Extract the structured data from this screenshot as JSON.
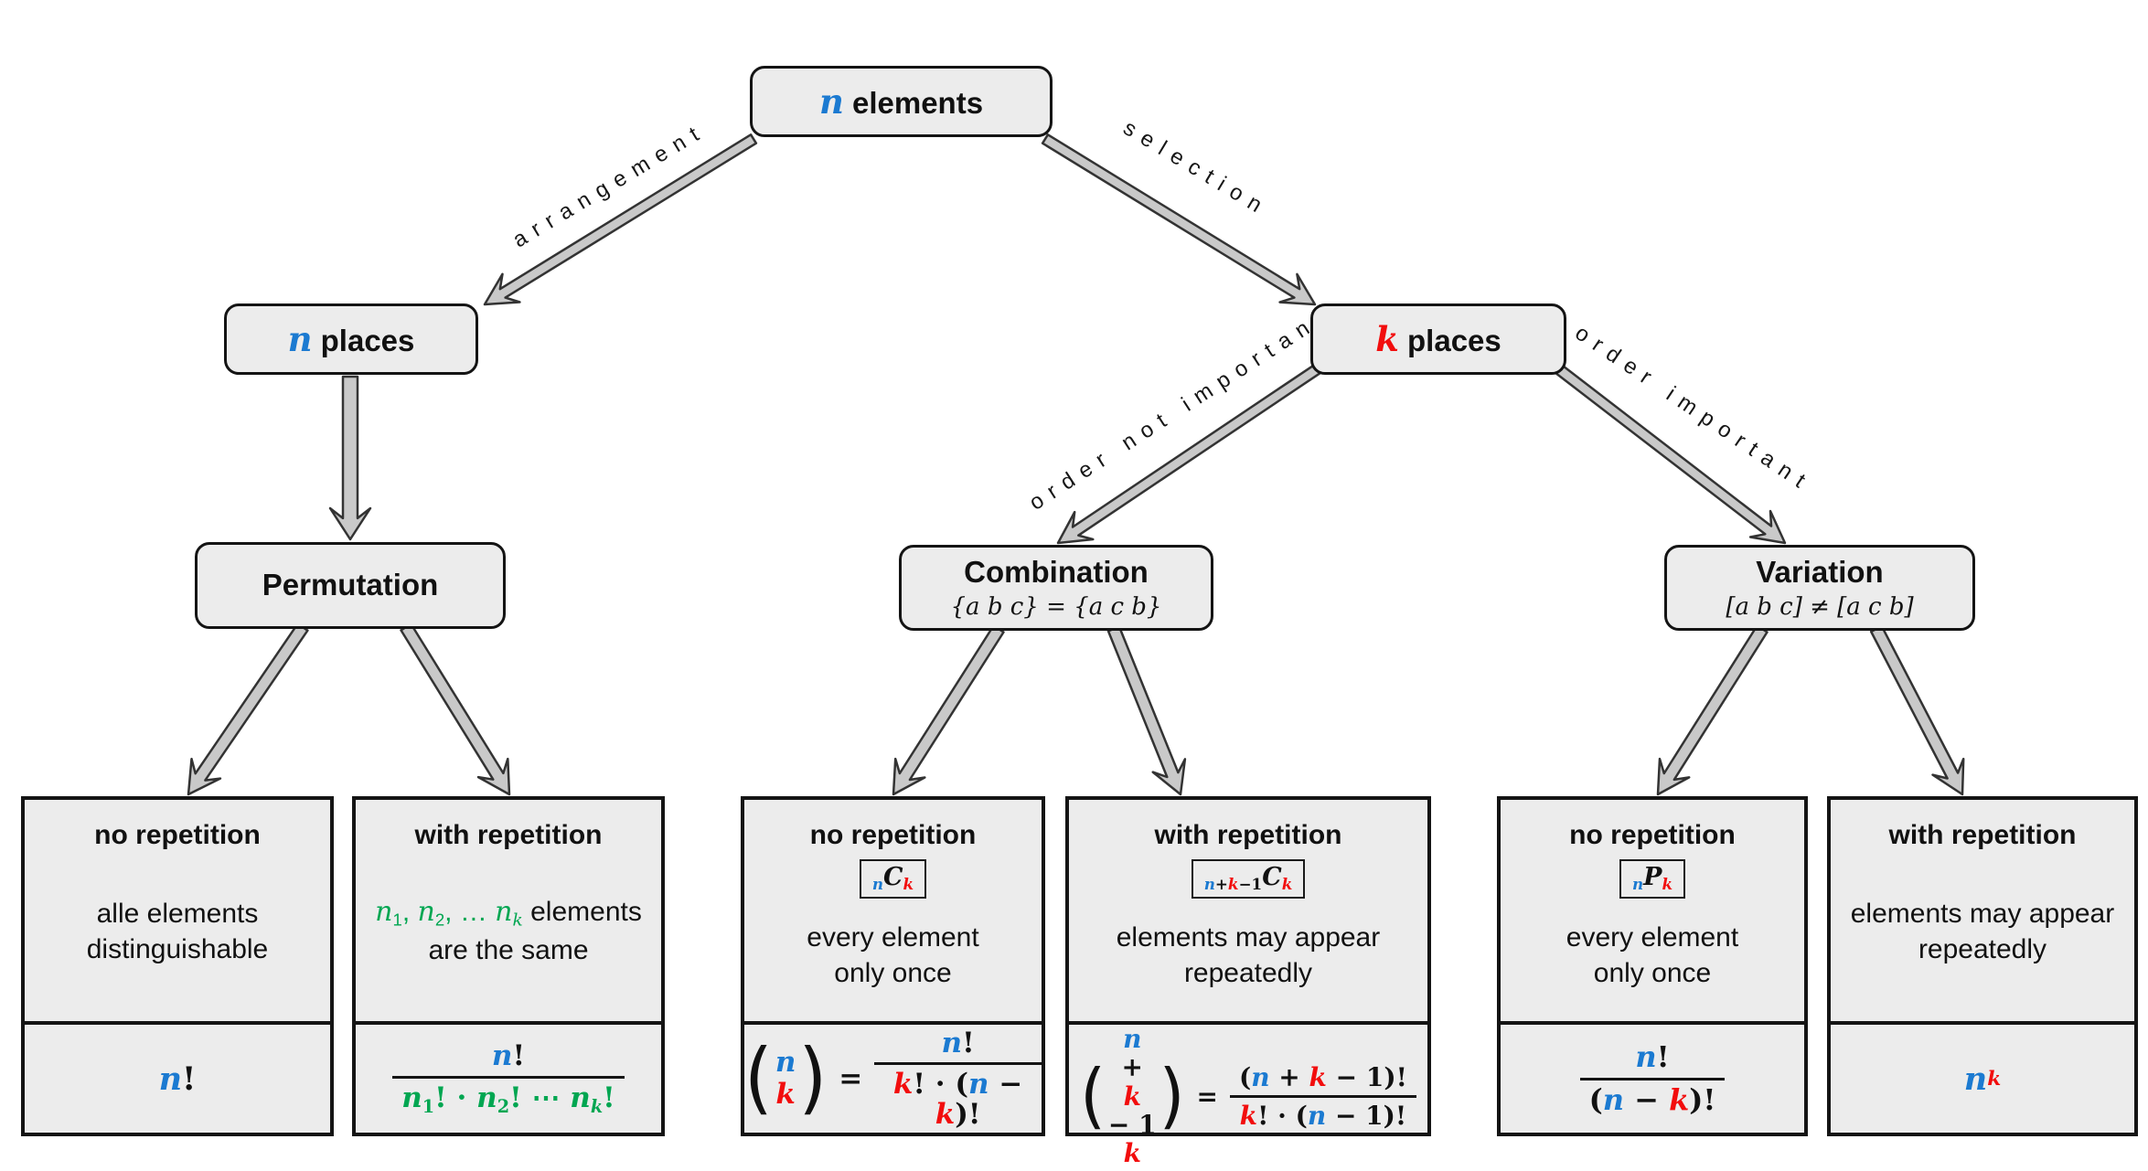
{
  "palette": {
    "blue": "#1b7ad1",
    "red": "#f20d0d",
    "green": "#00a651",
    "box_fill": "#ececec",
    "border": "#141414",
    "arrow_fill": "#c9c9c9",
    "arrow_outline": "#333333",
    "text": "#111111",
    "background": "#ffffff"
  },
  "nodes": {
    "root": {
      "title": [
        {
          "t": "n",
          "c": "blue",
          "v": true
        },
        {
          "t": " elements"
        }
      ]
    },
    "n_places": {
      "title": [
        {
          "t": "n",
          "c": "blue",
          "v": true
        },
        {
          "t": " places"
        }
      ]
    },
    "k_places": {
      "title": [
        {
          "t": "k",
          "c": "red",
          "v": true
        },
        {
          "t": " places"
        }
      ]
    },
    "permutation": {
      "title": "Permutation"
    },
    "combination": {
      "title": "Combination",
      "subtitle": "{a b c} = {a c b}"
    },
    "variation": {
      "title": "Variation",
      "subtitle": "[a b c] ≠ [a c b]"
    }
  },
  "edges": {
    "arrangement": "arrangement",
    "selection": "selection",
    "order_not_important": "order not important",
    "order_important": "order important"
  },
  "cards": [
    {
      "name": "permutation-no-repetition",
      "title": "no repetition",
      "badge": null,
      "desc": [
        [
          {
            "t": "alle elements"
          }
        ],
        [
          {
            "t": "distinguishable"
          }
        ]
      ],
      "formula": {
        "type": "plain",
        "size": 35,
        "segments": [
          {
            "t": "n",
            "c": "blue",
            "v": true
          },
          {
            "t": "!"
          }
        ]
      }
    },
    {
      "name": "permutation-with-repetition",
      "title": "with repetition",
      "badge": null,
      "desc": [
        [
          {
            "t": "n",
            "c": "green",
            "v": true
          },
          {
            "t": "1",
            "c": "green",
            "sub": true
          },
          {
            "t": ", ",
            "c": "green"
          },
          {
            "t": "n",
            "c": "green",
            "v": true
          },
          {
            "t": "2",
            "c": "green",
            "sub": true
          },
          {
            "t": ", … ",
            "c": "green"
          },
          {
            "t": "n",
            "c": "green",
            "v": true
          },
          {
            "t": "k",
            "c": "green",
            "v": true,
            "sub": true
          },
          {
            "t": " elements"
          }
        ],
        [
          {
            "t": "are the same"
          }
        ]
      ],
      "formula": {
        "type": "fraction",
        "size": 31,
        "num": [
          {
            "t": "n",
            "c": "blue",
            "v": true
          },
          {
            "t": "!"
          }
        ],
        "den": [
          {
            "t": "n",
            "c": "green",
            "v": true
          },
          {
            "t": "1",
            "c": "green",
            "sub": true
          },
          {
            "t": "! · ",
            "c": "green"
          },
          {
            "t": "n",
            "c": "green",
            "v": true
          },
          {
            "t": "2",
            "c": "green",
            "sub": true
          },
          {
            "t": "! ⋯ ",
            "c": "green"
          },
          {
            "t": "n",
            "c": "green",
            "v": true
          },
          {
            "t": "k",
            "c": "green",
            "v": true,
            "sub": true
          },
          {
            "t": "!",
            "c": "green"
          }
        ]
      }
    },
    {
      "name": "combination-no-repetition",
      "title": "no repetition",
      "badge": [
        {
          "t": "n",
          "c": "blue",
          "v": true,
          "sub": true
        },
        {
          "t": "C",
          "v": true
        },
        {
          "t": "k",
          "c": "red",
          "v": true,
          "sub": true
        }
      ],
      "desc": [
        [
          {
            "t": "every element"
          }
        ],
        [
          {
            "t": "only once"
          }
        ]
      ],
      "formula": {
        "type": "binom",
        "size": 31,
        "top": [
          {
            "t": "n",
            "c": "blue",
            "v": true
          }
        ],
        "bottom": [
          {
            "t": "k",
            "c": "red",
            "v": true
          }
        ],
        "num": [
          {
            "t": "n",
            "c": "blue",
            "v": true
          },
          {
            "t": "!"
          }
        ],
        "den": [
          {
            "t": "k",
            "c": "red",
            "v": true
          },
          {
            "t": "! · ("
          },
          {
            "t": "n",
            "c": "blue",
            "v": true
          },
          {
            "t": " − "
          },
          {
            "t": "k",
            "c": "red",
            "v": true
          },
          {
            "t": ")!"
          }
        ]
      }
    },
    {
      "name": "combination-with-repetition",
      "title": "with repetition",
      "badge": [
        {
          "t": "n",
          "c": "blue",
          "v": true,
          "sub": true
        },
        {
          "t": "+",
          "sub": true
        },
        {
          "t": "k",
          "c": "red",
          "v": true,
          "sub": true
        },
        {
          "t": "−1",
          "sub": true
        },
        {
          "t": "C",
          "v": true
        },
        {
          "t": "k",
          "c": "red",
          "v": true,
          "sub": true
        }
      ],
      "desc": [
        [
          {
            "t": "elements may appear"
          }
        ],
        [
          {
            "t": "repeatedly"
          }
        ]
      ],
      "formula": {
        "type": "binom",
        "size": 28,
        "top": [
          {
            "t": "n",
            "c": "blue",
            "v": true
          },
          {
            "t": " + "
          },
          {
            "t": "k",
            "c": "red",
            "v": true
          },
          {
            "t": " − 1"
          }
        ],
        "bottom": [
          {
            "t": "k",
            "c": "red",
            "v": true
          }
        ],
        "num": [
          {
            "t": "("
          },
          {
            "t": "n",
            "c": "blue",
            "v": true
          },
          {
            "t": " + "
          },
          {
            "t": "k",
            "c": "red",
            "v": true
          },
          {
            "t": " − 1)!"
          }
        ],
        "den": [
          {
            "t": "k",
            "c": "red",
            "v": true
          },
          {
            "t": "! · ("
          },
          {
            "t": "n",
            "c": "blue",
            "v": true
          },
          {
            "t": " − 1)!"
          }
        ]
      }
    },
    {
      "name": "variation-no-repetition",
      "title": "no repetition",
      "badge": [
        {
          "t": "n",
          "c": "blue",
          "v": true,
          "sub": true
        },
        {
          "t": "P",
          "v": true
        },
        {
          "t": "k",
          "c": "red",
          "v": true,
          "sub": true
        }
      ],
      "desc": [
        [
          {
            "t": "every element"
          }
        ],
        [
          {
            "t": "only once"
          }
        ]
      ],
      "formula": {
        "type": "fraction",
        "size": 32,
        "num": [
          {
            "t": "n",
            "c": "blue",
            "v": true
          },
          {
            "t": "!"
          }
        ],
        "den": [
          {
            "t": "("
          },
          {
            "t": "n",
            "c": "blue",
            "v": true
          },
          {
            "t": " − "
          },
          {
            "t": "k",
            "c": "red",
            "v": true
          },
          {
            "t": ")!"
          }
        ]
      }
    },
    {
      "name": "variation-with-repetition",
      "title": "with repetition",
      "badge": null,
      "desc": [
        [
          {
            "t": "elements may appear"
          }
        ],
        [
          {
            "t": "repeatedly"
          }
        ]
      ],
      "formula": {
        "type": "plain",
        "size": 35,
        "segments": [
          {
            "t": "n",
            "c": "blue",
            "v": true
          },
          {
            "t": "k",
            "c": "red",
            "v": true,
            "sup": true
          }
        ]
      }
    }
  ]
}
